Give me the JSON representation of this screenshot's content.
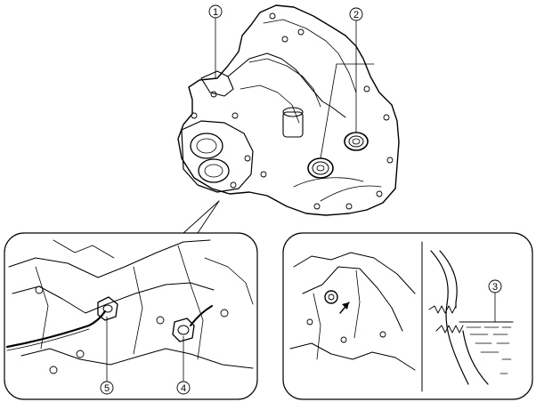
{
  "callouts": [
    {
      "id": "c1",
      "label": "1"
    },
    {
      "id": "c2",
      "label": "2"
    },
    {
      "id": "c3",
      "label": "3"
    },
    {
      "id": "c4",
      "label": "4"
    },
    {
      "id": "c5",
      "label": "5"
    }
  ],
  "colors": {
    "line": "#000000",
    "background": "#ffffff"
  }
}
